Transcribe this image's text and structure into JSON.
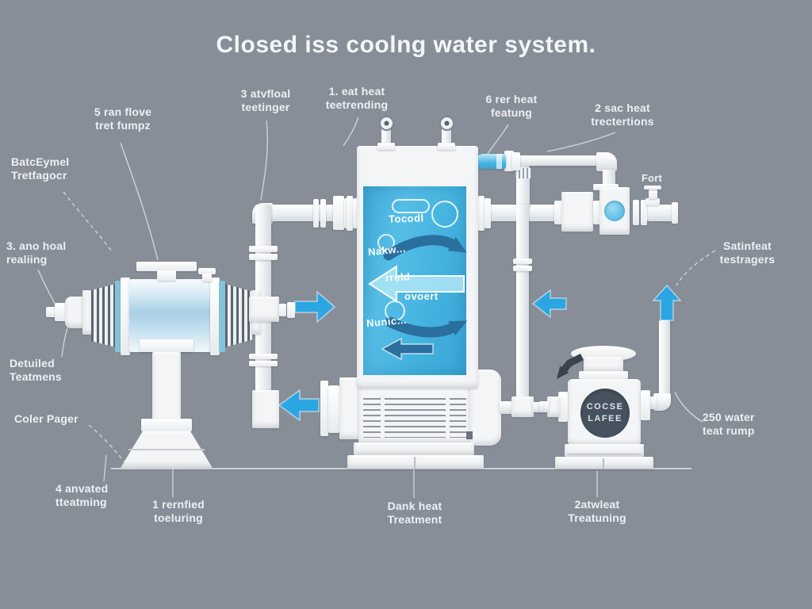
{
  "title": "Closed iss coolng water system.",
  "callouts": {
    "fan_flow_pumps": "5 ran flove\ntret fumpz",
    "airflow_strainer": "3 atvfloal\nteetinger",
    "heat_treatment_1": "1. eat heat\nteetrending",
    "heat_treatment_6": "6 rer heat\nfeatung",
    "heat_treatment_2": "2 sac heat\ntrectertions",
    "exchanger_left": "BatcEymel\nTretfagocr",
    "heat_treatment_3": "3. ano hoal\nrealiing",
    "strainers_right": "Satinfeat\ntestragers",
    "detailed_treatments": "Detuiled\nTeatmens",
    "color_pager": "Coler Pager",
    "water_pump_250": "250 water\nteat rump",
    "activated_treatment": "4 anvated\ntteatming",
    "rectified_treatment": "1 rernfied\ntoeluring",
    "dark_heat_treatment": "Dank heat\nTreatment",
    "saturated_treatment": "2atwleat\nTreatuning",
    "port": "Fort"
  },
  "tank": {
    "label_1": "Tocodl",
    "label_2": "Nakw...",
    "label_3": "rreld",
    "label_4": "ovoert",
    "label_5": "Nunic..."
  },
  "pump": {
    "badge_line_1": "COCSE",
    "badge_line_2": "LAFEE"
  },
  "colors": {
    "background": "#878e97",
    "flow_arrow": "#2ca6e2",
    "tank_liquid": "#45b3e0",
    "dark_flow": "#2b6f9f",
    "pump_badge": "#46525e",
    "label_text": "#edf0f4"
  }
}
